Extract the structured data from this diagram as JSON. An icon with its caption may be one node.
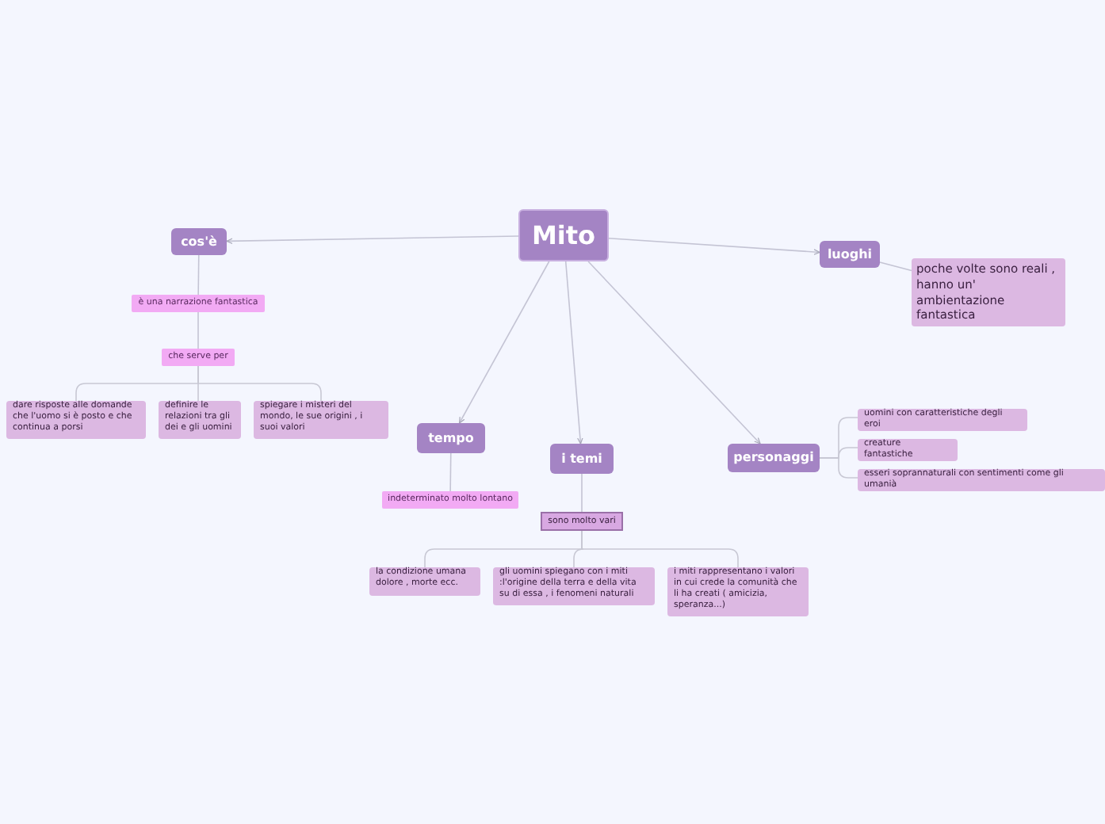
{
  "diagram": {
    "nodes": [
      {
        "text": [
          "Mito"
        ]
      },
      {
        "text": [
          "cos'è"
        ]
      },
      {
        "text": [
          "è una narrazione fantastica"
        ]
      },
      {
        "text": [
          "che serve per"
        ]
      },
      {
        "text": [
          "dare risposte alle domande che l'uomo si è posto e che continua a porsi"
        ]
      },
      {
        "text": [
          "definire le relazioni tra gli dei e gli uomini"
        ]
      },
      {
        "text": [
          "spiegare i misteri del mondo, le  sue origini , i suoi valori"
        ]
      },
      {
        "text": [
          "tempo"
        ]
      },
      {
        "text": [
          "indeterminato molto lontano"
        ]
      },
      {
        "text": [
          "i temi"
        ]
      },
      {
        "text": [
          "sono molto vari"
        ]
      },
      {
        "text": [
          "la condizione umana dolore , morte ecc."
        ]
      },
      {
        "text": [
          "gli uomini spiegano con i miti :l'origine della terra e della vita su di essa , i fenomeni naturali"
        ]
      },
      {
        "text": [
          "i miti rappresentano i valori in cui crede la comunità che li ha creati ( amicizia, speranza...)"
        ]
      },
      {
        "text": [
          "luoghi"
        ]
      },
      {
        "text": [
          "poche volte sono reali , hanno un' ambientazione fantastica"
        ]
      },
      {
        "text": [
          "personaggi"
        ]
      },
      {
        "text": [
          "uomini con caratteristiche degli eroi"
        ]
      },
      {
        "text": [
          "creature fantastiche"
        ]
      },
      {
        "text": [
          "esseri soprannaturali con sentimenti come gli umanià"
        ]
      }
    ],
    "edges": [
      {
        "from": 0,
        "to": 1,
        "arrow": "to"
      },
      {
        "from": 0,
        "to": 14,
        "arrow": "to"
      },
      {
        "from": 0,
        "to": 7,
        "arrow": "to"
      },
      {
        "from": 0,
        "to": 9,
        "arrow": "to"
      },
      {
        "from": 0,
        "to": 16,
        "arrow": "to"
      },
      {
        "from": 1,
        "to": 2,
        "arrow": "none"
      },
      {
        "from": 2,
        "to": 3,
        "arrow": "none"
      },
      {
        "from": 3,
        "to": 4,
        "arrow": "none"
      },
      {
        "from": 3,
        "to": 5,
        "arrow": "none"
      },
      {
        "from": 3,
        "to": 6,
        "arrow": "none"
      },
      {
        "from": 7,
        "to": 8,
        "arrow": "none"
      },
      {
        "from": 9,
        "to": 10,
        "arrow": "none"
      },
      {
        "from": 10,
        "to": 11,
        "arrow": "none"
      },
      {
        "from": 10,
        "to": 12,
        "arrow": "none"
      },
      {
        "from": 10,
        "to": 13,
        "arrow": "none"
      },
      {
        "from": 14,
        "to": 15,
        "arrow": "none"
      },
      {
        "from": 16,
        "to": 17,
        "arrow": "none"
      },
      {
        "from": 16,
        "to": 18,
        "arrow": "none"
      },
      {
        "from": 16,
        "to": 19,
        "arrow": "none"
      }
    ]
  }
}
